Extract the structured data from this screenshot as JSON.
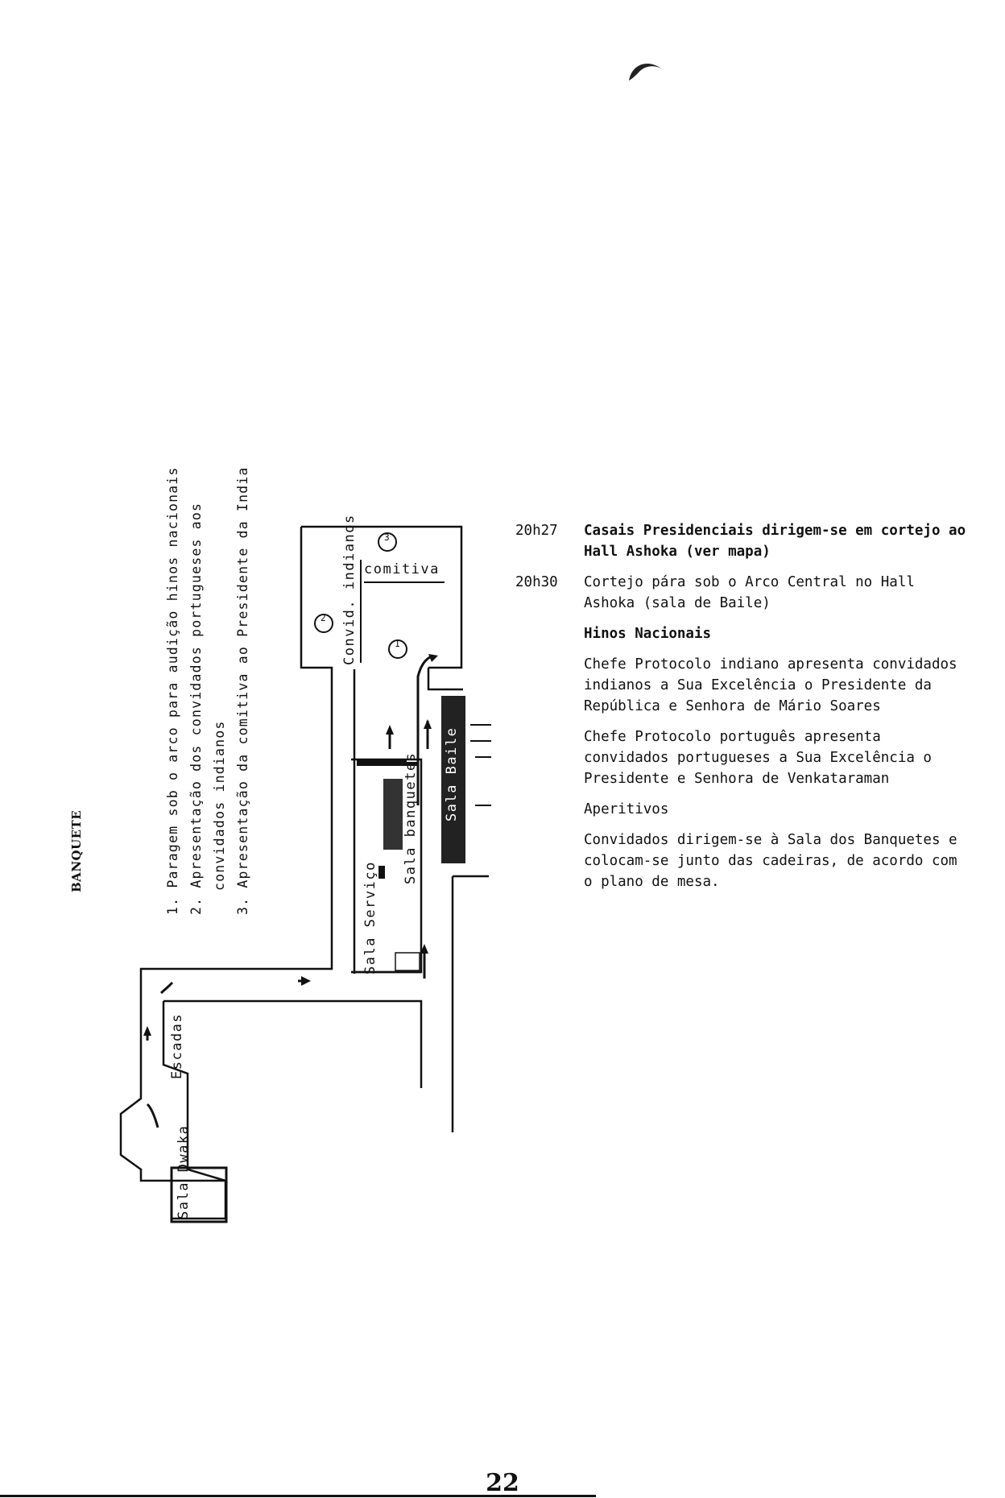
{
  "section_title": "BANQUETE",
  "legend": {
    "item1": "1. Paragem sob o arco para audição hinos nacionais",
    "item2": "2. Apresentação dos convidados portugueses aos",
    "item2_cont": "convidados indianos",
    "item3": "3. Apresentação da comitiva ao Presidente da India"
  },
  "plan": {
    "convid_indianos": "Convid. indianos",
    "comitiva": "comitiva",
    "marker_1": "1",
    "marker_2": "2",
    "marker_3": "3",
    "sala_servico": "Sala Serviço",
    "sala_banquetes": "Sala banquetes",
    "sala_baile": "Sala Baile",
    "escadas": "Escadas",
    "sala_dwaka": "Sala Dwaka"
  },
  "events": [
    {
      "time": "20h27",
      "paragraphs": [
        {
          "text": "Casais Presidenciais dirigem-se em cortejo ao Hall Ashoka (ver mapa)",
          "bold": true
        }
      ]
    },
    {
      "time": "20h30",
      "paragraphs": [
        {
          "text": "Cortejo pára sob o Arco Central no Hall Ashoka (sala de Baile)",
          "bold": false
        },
        {
          "text": "Hinos Nacionais",
          "bold": true
        },
        {
          "text": "Chefe Protocolo indiano apresenta convidados indianos a Sua Excelência o Presidente da República e Senhora de Mário Soares",
          "bold": false
        },
        {
          "text": "Chefe Protocolo português apresenta convidados portugueses a Sua Excelência o Presidente e Senhora de Venkataraman",
          "bold": false
        },
        {
          "text": "Aperitivos",
          "bold": false
        },
        {
          "text": "Convidados dirigem-se à Sala dos Banquetes e colocam-se junto das cadeiras, de acordo com o plano de mesa.",
          "bold": false
        }
      ]
    }
  ],
  "page_number": "22"
}
